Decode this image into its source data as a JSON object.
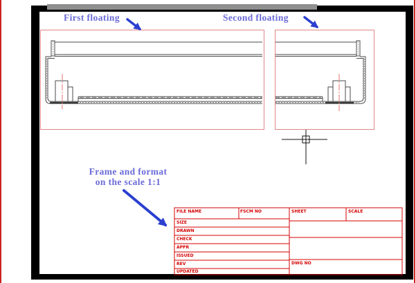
{
  "annotations": {
    "first_floating": "First floating",
    "second_floating": "Second floating",
    "frame_note_line1": "Frame and format",
    "frame_note_line2": "on the scale 1:1"
  },
  "title_block": {
    "file_name": "FILE NAME",
    "fscm_no": "FSCM NO",
    "sheet": "SHEET",
    "scale": "SCALE",
    "size": "SIZE",
    "drawn": "DRAWN",
    "check": "CHECK",
    "appr": "APPR",
    "issued": "ISSUED",
    "rev": "REV",
    "updated": "UPDATED",
    "dwg_no": "DWG NO"
  },
  "colors": {
    "annotation_text": "#6a6ad8",
    "annotation_arrow": "#2b3fd0",
    "title_block_red": "#d40000",
    "viewport_border": "#e08585",
    "centerline_red": "#e87272",
    "drawing_line": "#4a4a4a",
    "paper_border": "#000000",
    "gray_bar": "#8f8f8f",
    "edge_line_red": "#cc2222"
  }
}
